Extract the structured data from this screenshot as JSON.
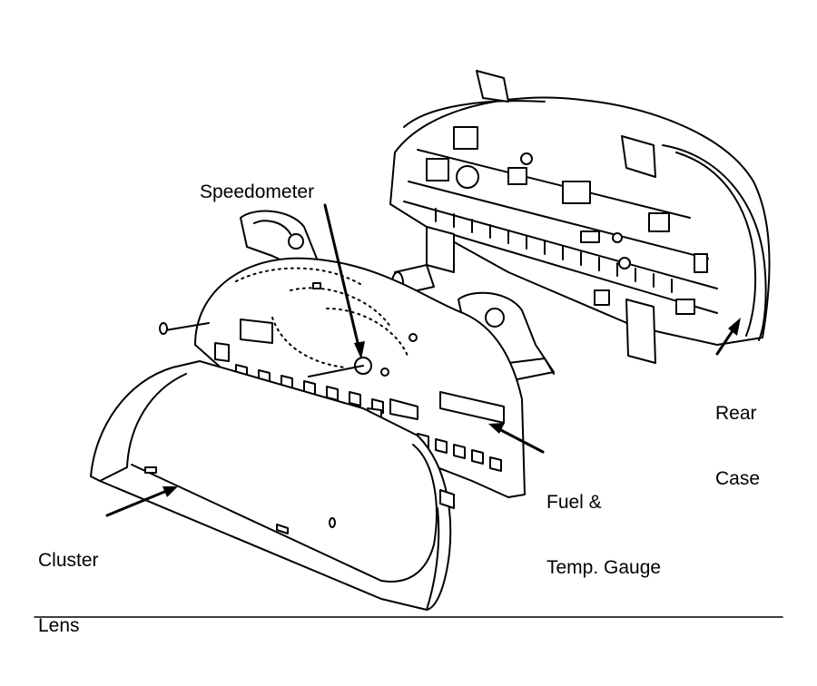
{
  "labels": {
    "speedometer": "Speedometer",
    "rear_case": [
      "Rear",
      "Case"
    ],
    "fuel_temp_gauge": [
      "Fuel &",
      "Temp. Gauge"
    ],
    "cluster_lens": [
      "Cluster",
      "Lens"
    ]
  },
  "colors": {
    "line": "#000000",
    "background": "#ffffff"
  }
}
